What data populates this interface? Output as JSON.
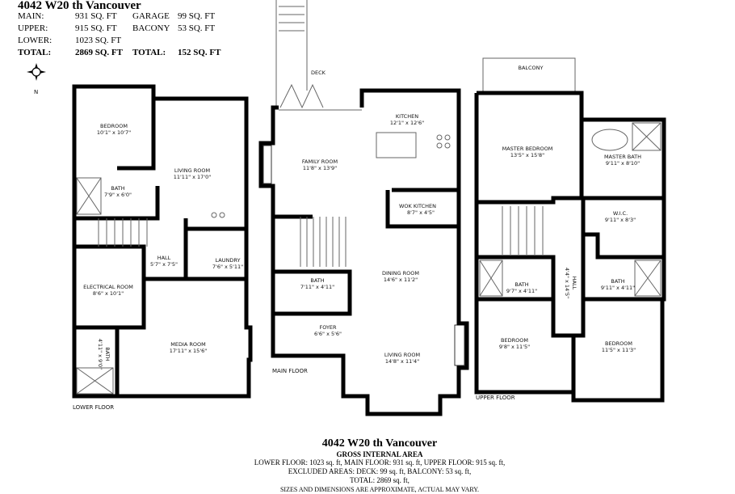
{
  "header": {
    "title": "4042 W20 th Vancouver",
    "rows": [
      {
        "label": "MAIN:",
        "value": "931 SQ. FT",
        "label2": "GARAGE",
        "value2": "99 SQ. FT"
      },
      {
        "label": "UPPER:",
        "value": "915 SQ. FT",
        "label2": "BACONY",
        "value2": "53 SQ. FT"
      },
      {
        "label": "LOWER:",
        "value": "1023 SQ. FT",
        "label2": "",
        "value2": ""
      },
      {
        "label": "TOTAL:",
        "value": "2869 SQ. FT",
        "label2": "TOTAL:",
        "value2": "152 SQ. FT"
      }
    ]
  },
  "compass": {
    "icon": "compass-icon",
    "label": "N"
  },
  "floors": {
    "lower": {
      "label": "LOWER FLOOR",
      "rooms": [
        {
          "name": "BEDROOM",
          "dim": "10'1\" x 10'7\""
        },
        {
          "name": "LIVING ROOM",
          "dim": "11'11\" x 17'0\""
        },
        {
          "name": "BATH",
          "dim": "7'9\" x 6'0\""
        },
        {
          "name": "HALL",
          "dim": "5'7\" x 7'5\""
        },
        {
          "name": "LAUNDRY",
          "dim": "7'6\" x 5'11\""
        },
        {
          "name": "ELECTRICAL ROOM",
          "dim": "8'6\" x 10'1\""
        },
        {
          "name": "MEDIA ROOM",
          "dim": "17'11\" x 15'6\""
        },
        {
          "name": "BATH",
          "dim": "4'11\" x 9'0\""
        }
      ]
    },
    "main": {
      "label": "MAIN FLOOR",
      "rooms": [
        {
          "name": "DECK",
          "dim": ""
        },
        {
          "name": "KITCHEN",
          "dim": "12'1\" x 12'6\""
        },
        {
          "name": "FAMILY ROOM",
          "dim": "11'8\" x 13'9\""
        },
        {
          "name": "WOK KITCHEN",
          "dim": "8'7\" x 4'5\""
        },
        {
          "name": "DINING ROOM",
          "dim": "14'6\" x 11'2\""
        },
        {
          "name": "BATH",
          "dim": "7'11\" x 4'11\""
        },
        {
          "name": "FOYER",
          "dim": "6'6\" x 5'6\""
        },
        {
          "name": "LIVING ROOM",
          "dim": "14'8\" x 11'4\""
        }
      ]
    },
    "upper": {
      "label": "UPPER FLOOR",
      "rooms": [
        {
          "name": "BALCONY",
          "dim": ""
        },
        {
          "name": "MASTER BEDROOM",
          "dim": "13'5\" x 15'8\""
        },
        {
          "name": "MASTER BATH",
          "dim": "9'11\" x 8'10\""
        },
        {
          "name": "W.I.C.",
          "dim": "9'11\" x 8'3\""
        },
        {
          "name": "HALL",
          "dim": "4'4\" x 14'5\""
        },
        {
          "name": "BATH",
          "dim": "9'7\" x 4'11\""
        },
        {
          "name": "BATH",
          "dim": "9'11\" x 4'11\""
        },
        {
          "name": "BEDROOM",
          "dim": "9'8\" x 11'5\""
        },
        {
          "name": "BEDROOM",
          "dim": "11'5\" x 11'3\""
        }
      ]
    }
  },
  "footer": {
    "title": "4042 W20 th Vancouver",
    "subtitle": "GROSS INTERNAL AREA",
    "line1": "LOWER FLOOR: 1023 sq. ft,  MAIN FLOOR: 931 sq. ft, UPPER FLOOR: 915 sq. ft,",
    "line2": "EXCLUDED AREAS: DECK: 99 sq. ft, BALCONY: 53 sq. ft,",
    "line3": "TOTAL: 2869 sq. ft,",
    "line4": "SIZES AND DIMENSIONS ARE APPROXIMATE, ACTUAL MAY VARY."
  }
}
